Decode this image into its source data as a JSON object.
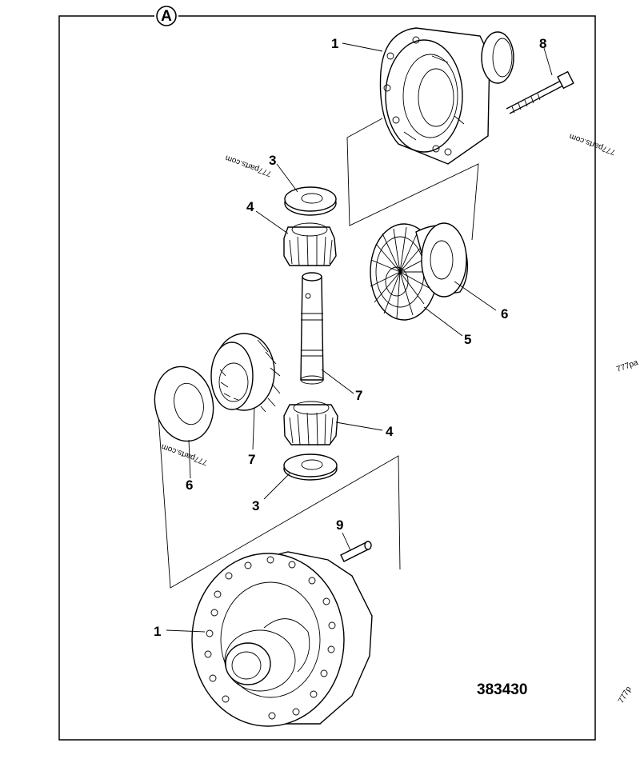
{
  "figure": {
    "view_letter": "A",
    "drawing_number": "383430",
    "watermarks": [
      "777parts.com",
      "777parts.com",
      "777pa",
      "777parts.com",
      "777p"
    ]
  },
  "callouts": {
    "c1_top": "1",
    "c8": "8",
    "c3_top": "3",
    "c4_top": "4",
    "c6_right": "6",
    "c5": "5",
    "c7_shaft": "7",
    "c4_bottom": "4",
    "c7_gear": "7",
    "c6_left": "6",
    "c3_bottom": "3",
    "c9": "9",
    "c1_bottom": "1"
  }
}
